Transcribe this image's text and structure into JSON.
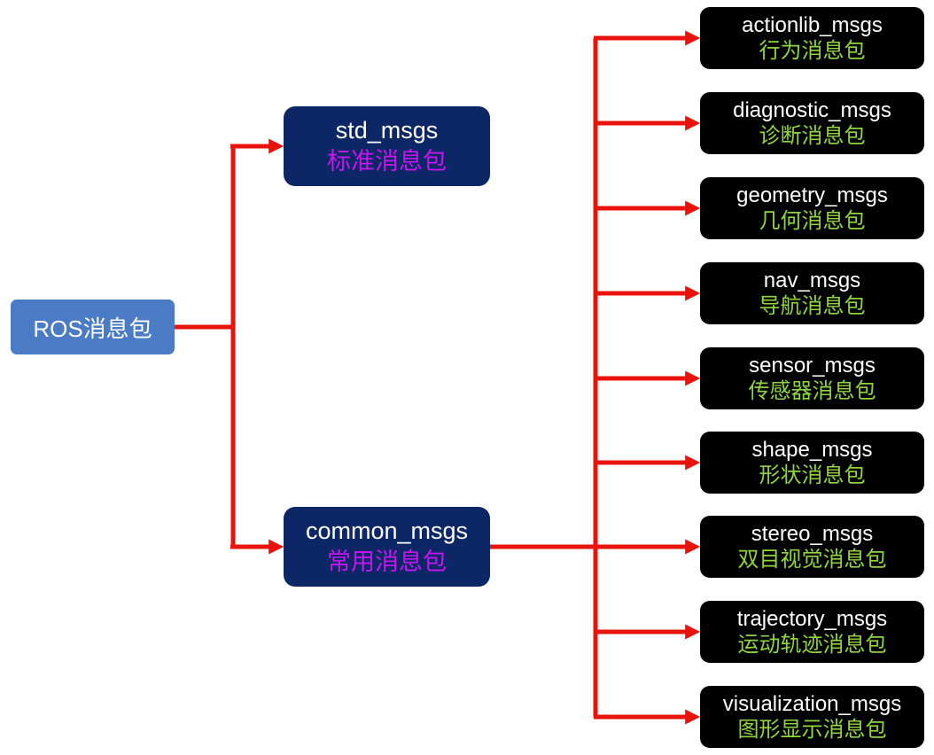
{
  "diagram": {
    "title": "ROS message packages tree",
    "root": {
      "label": "ROS消息包"
    },
    "branches": [
      {
        "en": "std_msgs",
        "zh": "标准消息包"
      },
      {
        "en": "common_msgs",
        "zh": "常用消息包"
      }
    ],
    "leaves": [
      {
        "en": "actionlib_msgs",
        "zh": "行为消息包"
      },
      {
        "en": "diagnostic_msgs",
        "zh": "诊断消息包"
      },
      {
        "en": "geometry_msgs",
        "zh": "几何消息包"
      },
      {
        "en": "nav_msgs",
        "zh": "导航消息包"
      },
      {
        "en": "sensor_msgs",
        "zh": "传感器消息包"
      },
      {
        "en": "shape_msgs",
        "zh": "形状消息包"
      },
      {
        "en": "stereo_msgs",
        "zh": "双目视觉消息包"
      },
      {
        "en": "trajectory_msgs",
        "zh": "运动轨迹消息包"
      },
      {
        "en": "visualization_msgs",
        "zh": "图形显示消息包"
      }
    ],
    "colors": {
      "root_fill": "#4a7bc4",
      "branch_fill": "#0d2766",
      "leaf_fill": "#000000",
      "arrow": "#e8130c",
      "en_text": "#ffffff",
      "branch_zh_text": "#c516f0",
      "leaf_zh_text": "#8fd63c"
    }
  }
}
